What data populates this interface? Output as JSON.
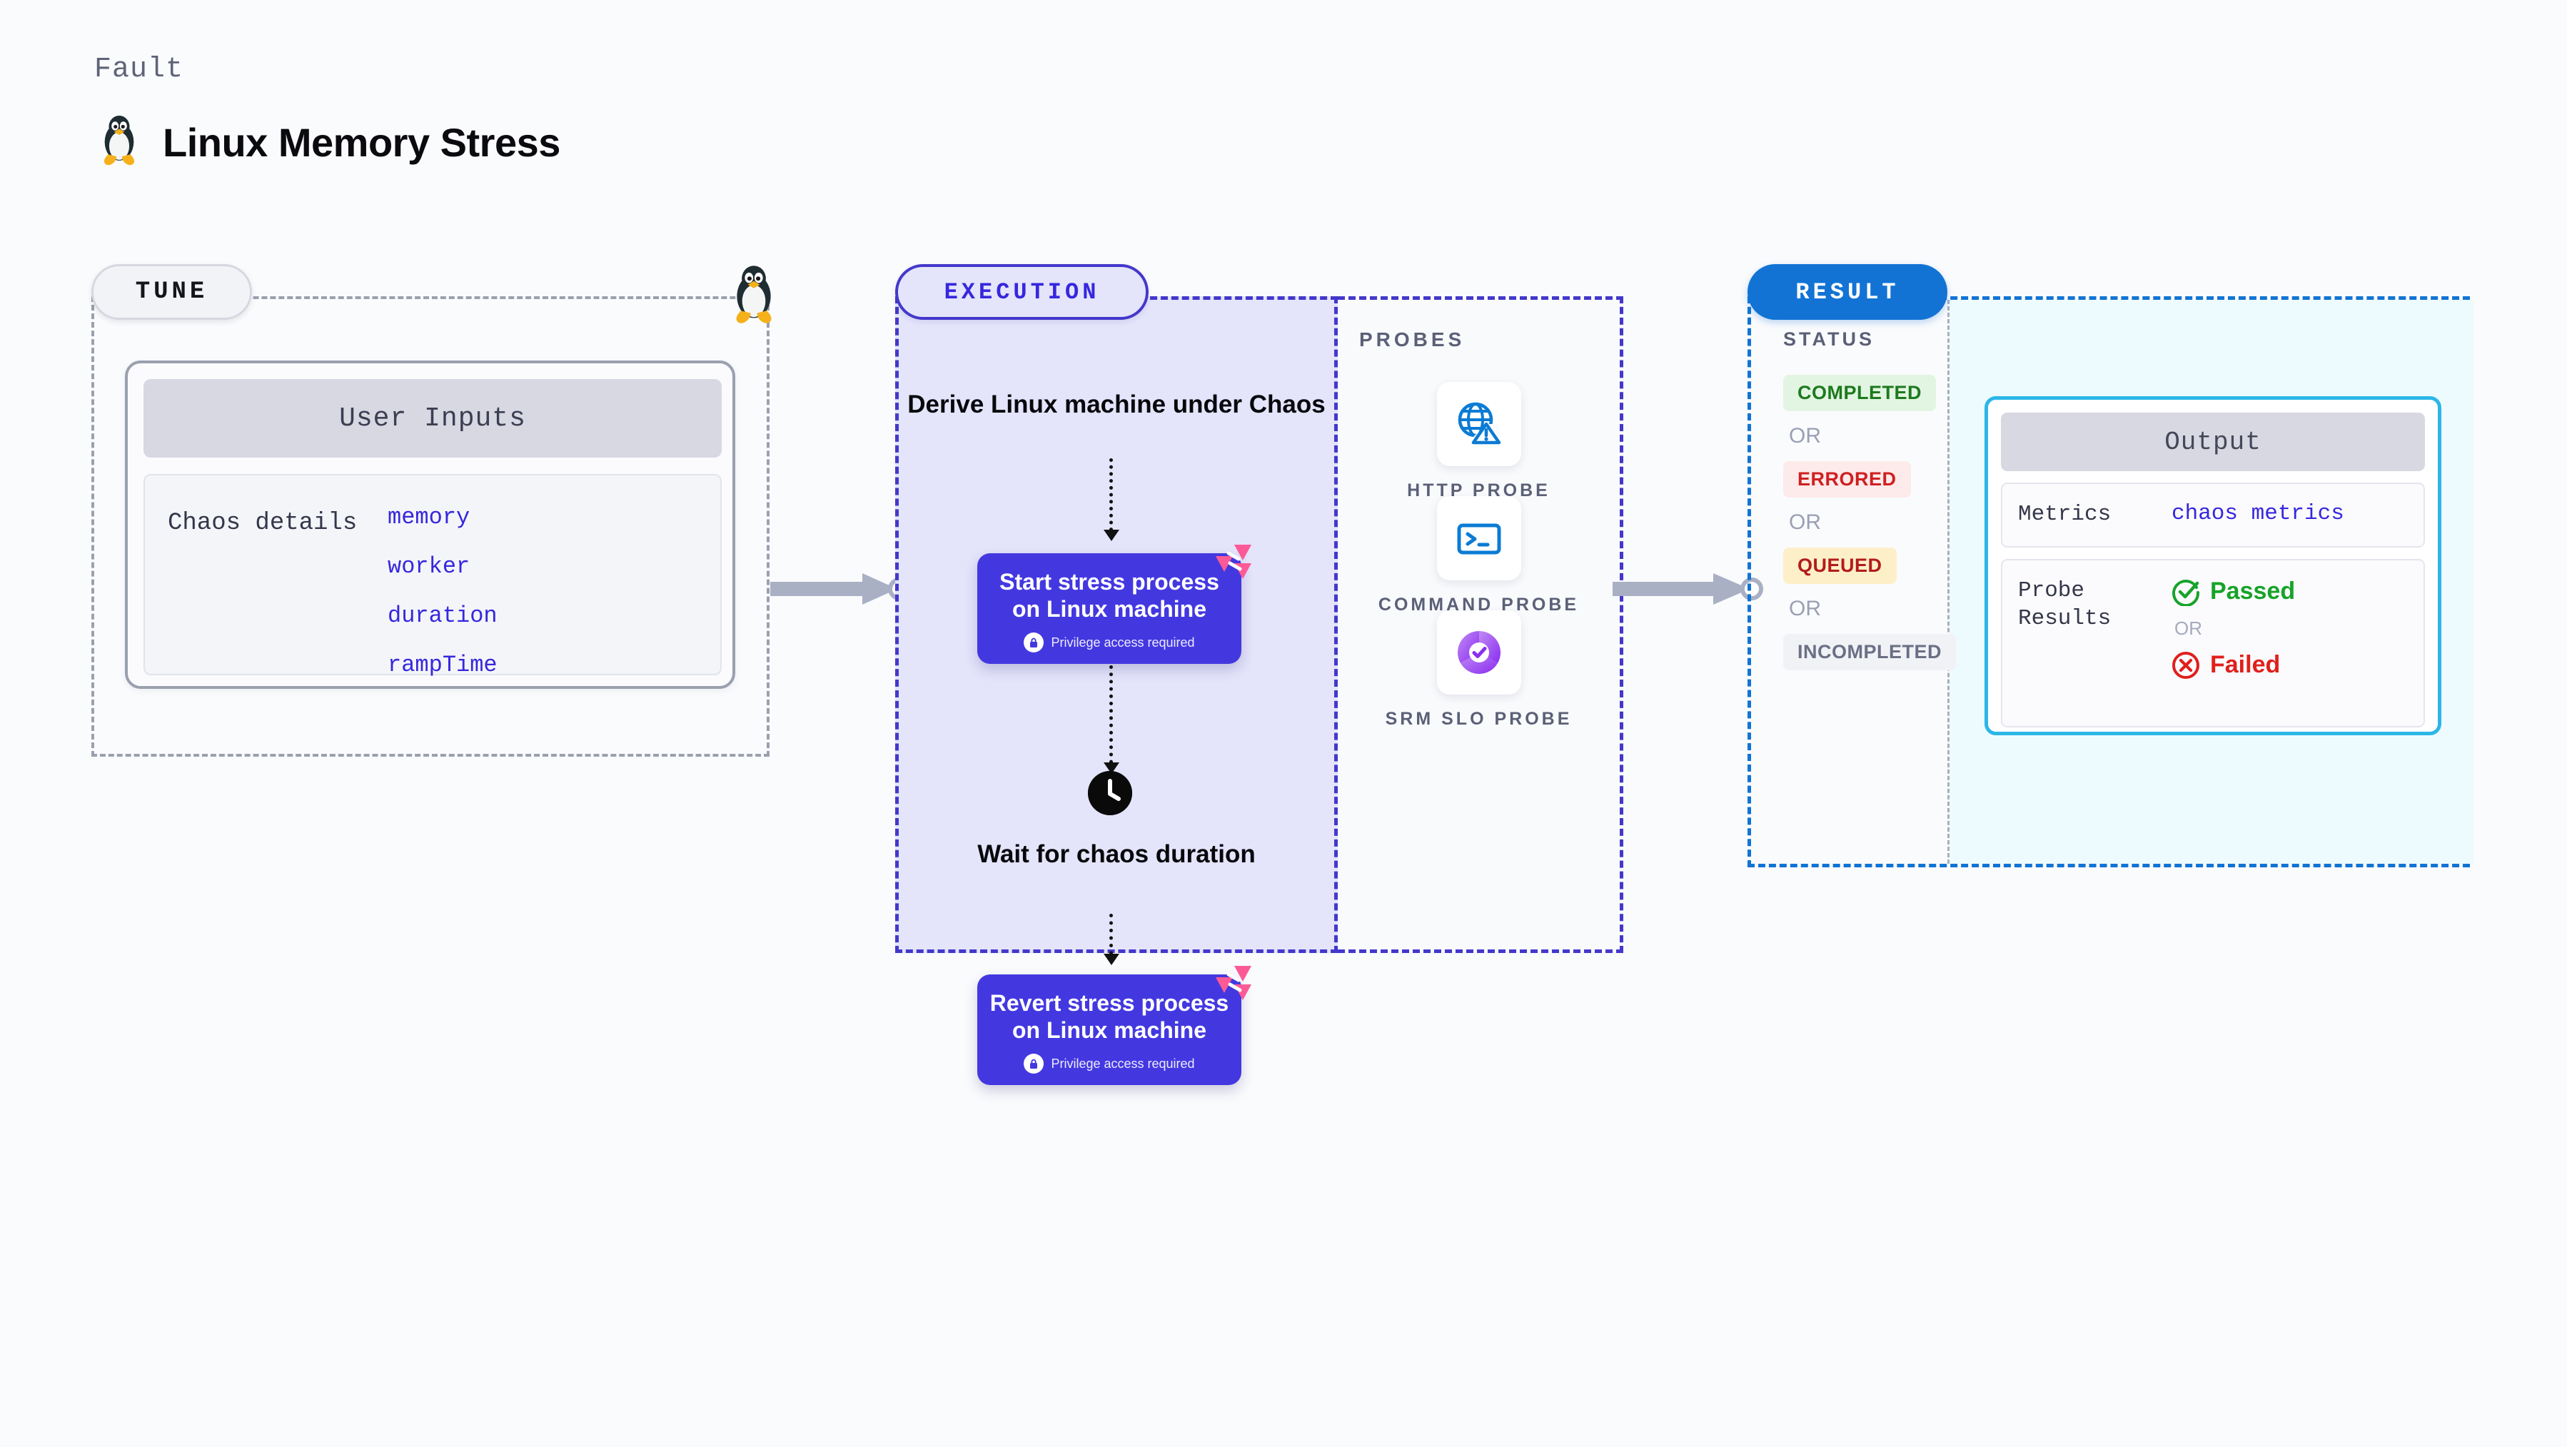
{
  "header": {
    "kicker": "Fault",
    "title": "Linux Memory Stress",
    "icon": "tux-penguin-icon"
  },
  "tune": {
    "pill_label": "TUNE",
    "corner_icon": "tux-penguin-icon",
    "inputs_card": {
      "header": "User Inputs",
      "details_label": "Chaos details",
      "params": [
        "memory",
        "worker",
        "duration",
        "rampTime"
      ]
    }
  },
  "execution": {
    "pill_label": "EXECUTION",
    "steps": [
      {
        "kind": "text",
        "label": "Derive Linux machine under Chaos"
      },
      {
        "kind": "node",
        "label": "Start stress process on Linux machine",
        "sub": "Privilege access required",
        "sub_icon": "lock-icon",
        "badge_icon": "litmus-logo-icon"
      },
      {
        "kind": "text",
        "label": "Wait for chaos duration",
        "icon": "clock-icon"
      },
      {
        "kind": "node",
        "label": "Revert stress process on Linux machine",
        "sub": "Privilege access required",
        "sub_icon": "lock-icon",
        "badge_icon": "litmus-logo-icon"
      }
    ]
  },
  "probes": {
    "section_label": "PROBES",
    "items": [
      {
        "name": "HTTP PROBE",
        "icon": "globe-warning-icon"
      },
      {
        "name": "COMMAND PROBE",
        "icon": "terminal-icon"
      },
      {
        "name": "SRM SLO PROBE",
        "icon": "slo-donut-check-icon"
      }
    ]
  },
  "result": {
    "pill_label": "RESULT",
    "status_label": "STATUS",
    "or_label": "OR",
    "statuses": [
      {
        "label": "COMPLETED",
        "color": "#1d7a1d",
        "bg": "#e2f5e2"
      },
      {
        "label": "ERRORED",
        "color": "#cf2020",
        "bg": "#fdeaea"
      },
      {
        "label": "QUEUED",
        "color": "#b31c1c",
        "bg": "#fdf0c9"
      },
      {
        "label": "INCOMPLETED",
        "color": "#6a6f85",
        "bg": "#f1f2f6"
      }
    ],
    "output": {
      "header": "Output",
      "metrics_key": "Metrics",
      "metrics_value": "chaos metrics",
      "probe_results_key": "Probe Results",
      "or_label": "OR",
      "passed_label": "Passed",
      "failed_label": "Failed",
      "passed_icon": "check-circle-icon",
      "failed_icon": "x-circle-icon"
    }
  },
  "colors": {
    "indigo": "#4338e0",
    "indigo_border": "#4338ca",
    "lavender_bg": "#e4e4fb",
    "blue": "#1273d4",
    "cyan": "#2cb6e8",
    "pink": "#fb5a96",
    "green": "#17a32a",
    "red": "#e0201c",
    "gray_dash": "#9aa0ae"
  }
}
